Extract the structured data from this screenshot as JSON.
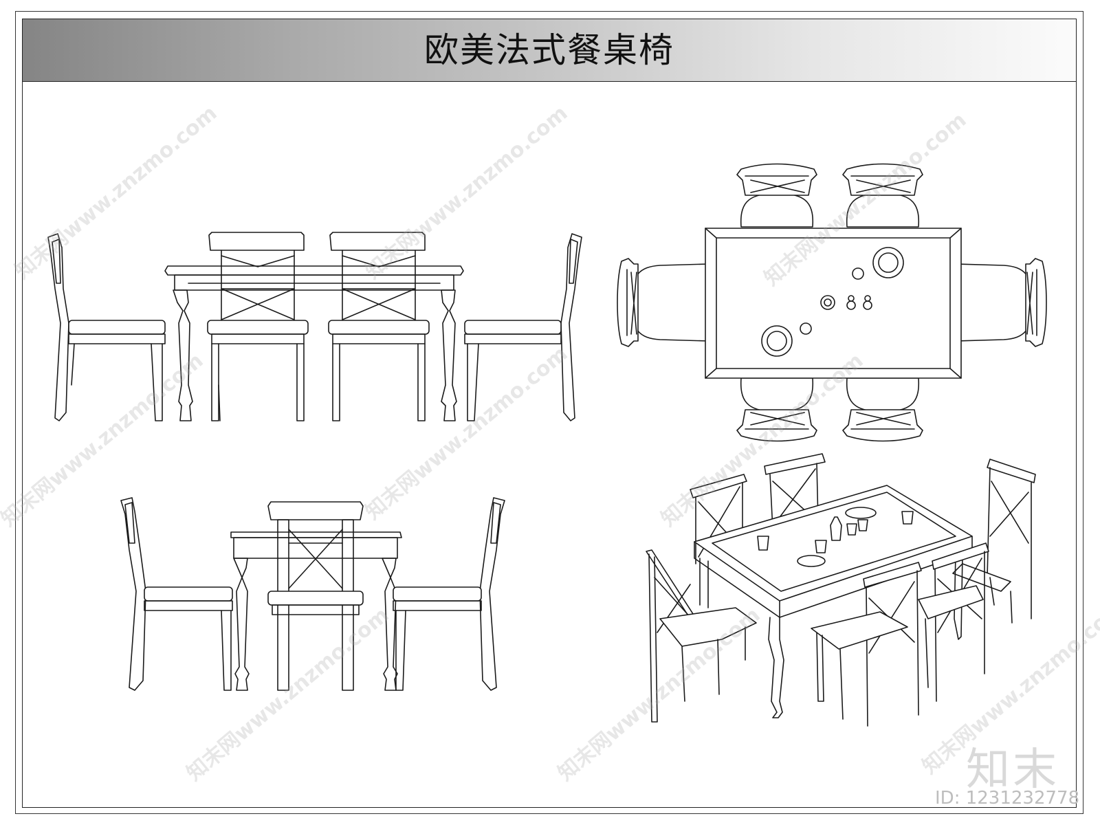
{
  "title": "欧美法式餐桌椅",
  "watermark_text": "知末网www.znzmo.com",
  "brand": {
    "logo": "知末",
    "id_label": "ID: 1231232778"
  },
  "colors": {
    "title_gradient_start": "#858585",
    "title_gradient_end": "#fbfbfb",
    "line": "#1a1a1a"
  }
}
